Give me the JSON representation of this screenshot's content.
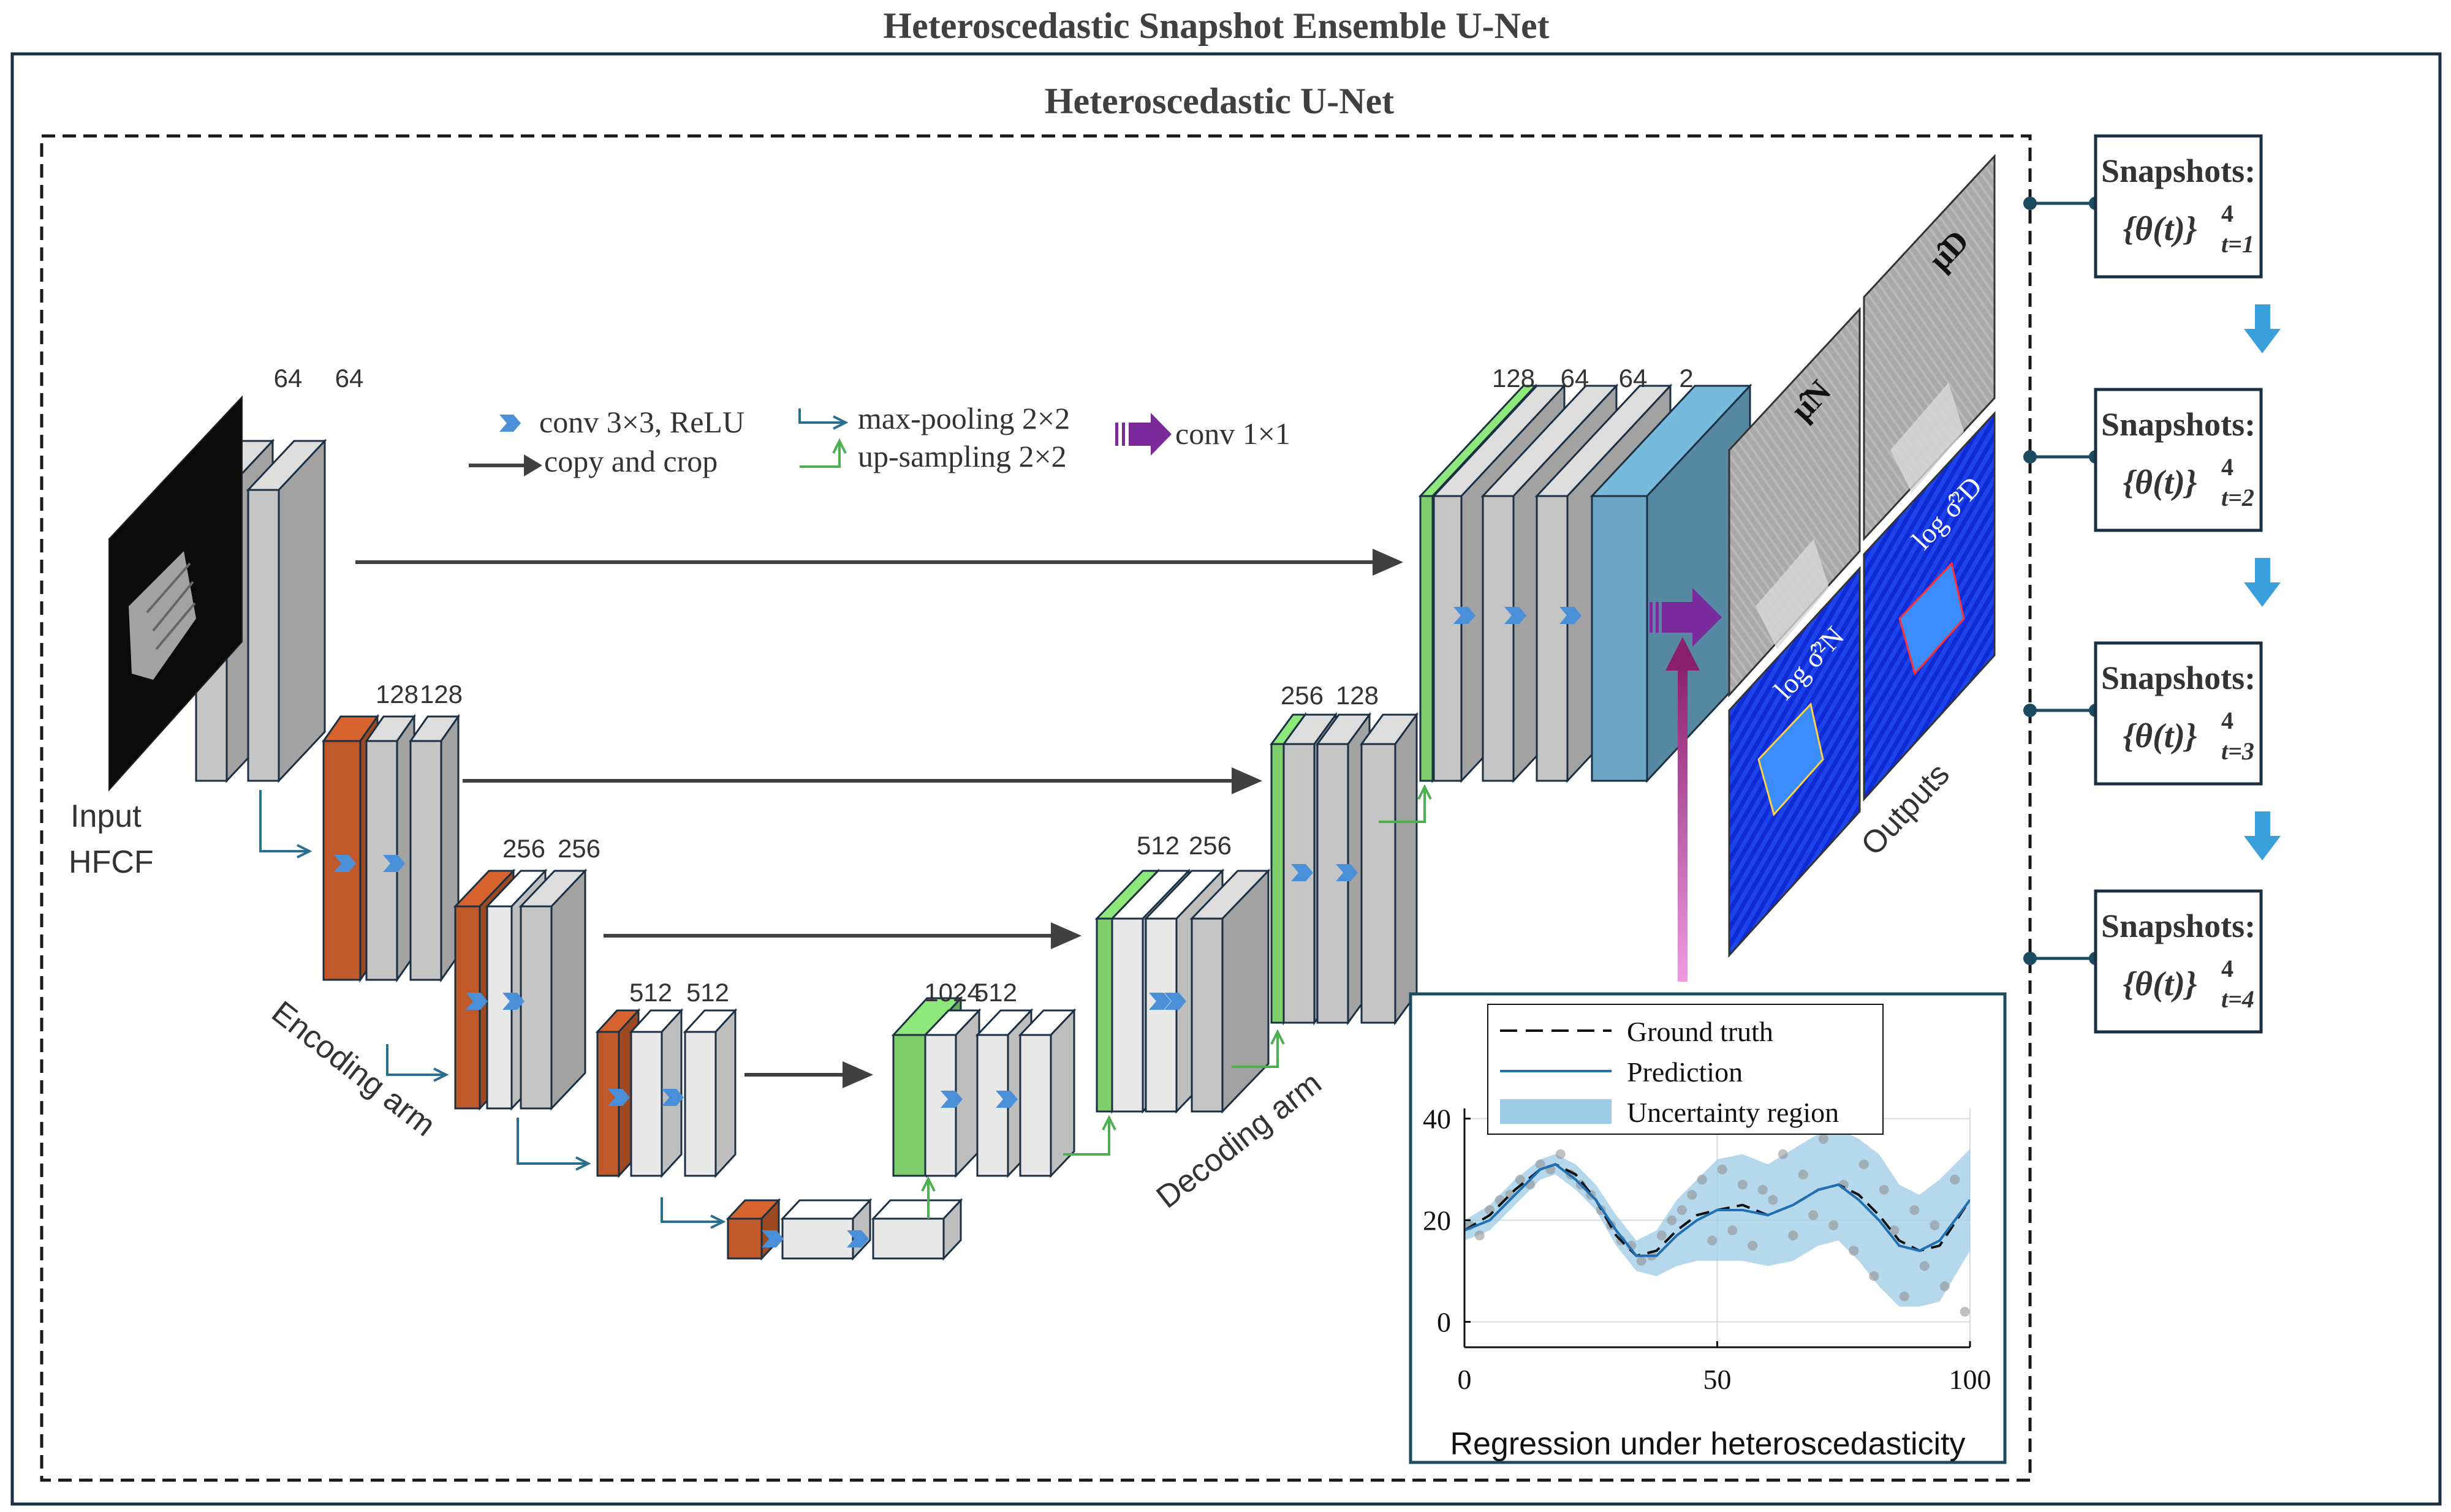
{
  "title": "Heteroscedastic Snapshot Ensemble U-Net",
  "subtitle": "Heteroscedastic U-Net",
  "input_label": [
    "Input",
    "HFCF"
  ],
  "arm_labels": {
    "encoding": "Encoding arm",
    "decoding": "Decoding arm"
  },
  "outputs_label": "Outputs",
  "legend": {
    "conv": "conv 3×3, ReLU",
    "copy": "copy and crop",
    "maxpool": "max-pooling 2×2",
    "upsample": "up-sampling 2×2",
    "conv1x1": "conv 1×1"
  },
  "channel_labels": {
    "enc1": [
      "64",
      "64"
    ],
    "enc2": [
      "128",
      "128"
    ],
    "enc3": [
      "256",
      "256"
    ],
    "enc4": [
      "512",
      "512"
    ],
    "bottleneck": [
      "1024",
      "512"
    ],
    "dec4": [
      "512",
      "256"
    ],
    "dec3": [
      "256",
      "128"
    ],
    "dec2": [
      "128",
      "64",
      "64",
      "2"
    ]
  },
  "output_maps": {
    "mu_n": "μ̂N",
    "mu_d": "μ̂D",
    "log_sig_n": "log σ̂²N",
    "log_sig_d": "log σ̂²D"
  },
  "snapshots": [
    {
      "label": "Snapshots:",
      "formula": "{θ(t)}",
      "sup": "4",
      "sub": "t=1"
    },
    {
      "label": "Snapshots:",
      "formula": "{θ(t)}",
      "sup": "4",
      "sub": "t=2"
    },
    {
      "label": "Snapshots:",
      "formula": "{θ(t)}",
      "sup": "4",
      "sub": "t=3"
    },
    {
      "label": "Snapshots:",
      "formula": "{θ(t)}",
      "sup": "4",
      "sub": "t=4"
    }
  ],
  "colors": {
    "encoder_orange": "#c0592a",
    "decoder_green": "#7fce6e",
    "conv_blue": "#4a90d9",
    "pool_teal": "#2a6f8f",
    "up_green": "#4caf50",
    "conv1x1_purple": "#7a2a9a",
    "out_blue": "#6aa6c4",
    "border": "#1c3044"
  },
  "chart_data": {
    "type": "line",
    "title": "Regression under heteroscedasticity",
    "xlabel": "",
    "ylabel": "",
    "xlim": [
      0,
      100
    ],
    "ylim": [
      -5,
      42
    ],
    "xticks": [
      0,
      50,
      100
    ],
    "yticks": [
      0,
      20,
      40
    ],
    "grid": true,
    "legend_position": "top",
    "series": [
      {
        "name": "Ground truth",
        "style": "dashed-black",
        "x": [
          0,
          5,
          10,
          15,
          18,
          22,
          26,
          30,
          34,
          38,
          42,
          46,
          50,
          55,
          60,
          65,
          70,
          74,
          78,
          82,
          86,
          90,
          94,
          100
        ],
        "y": [
          18,
          21,
          26,
          30,
          31,
          29,
          24,
          17,
          13,
          14,
          18,
          21,
          22,
          23,
          21,
          23,
          26,
          27,
          25,
          21,
          16,
          14,
          15,
          24
        ]
      },
      {
        "name": "Prediction",
        "style": "solid-blue",
        "x": [
          0,
          5,
          10,
          15,
          18,
          22,
          26,
          30,
          34,
          38,
          42,
          46,
          50,
          55,
          60,
          65,
          70,
          74,
          78,
          82,
          86,
          90,
          94,
          100
        ],
        "y": [
          18,
          20,
          25,
          30,
          31,
          28,
          24,
          18,
          13,
          13,
          17,
          20,
          22,
          22,
          21,
          23,
          26,
          27,
          24,
          20,
          15,
          14,
          16,
          24
        ]
      },
      {
        "name": "Uncertainty region",
        "style": "band-lightblue",
        "x": [
          0,
          5,
          10,
          15,
          18,
          22,
          26,
          30,
          34,
          38,
          42,
          46,
          50,
          55,
          60,
          65,
          70,
          74,
          78,
          82,
          86,
          90,
          94,
          100
        ],
        "lower": [
          16,
          18,
          23,
          28,
          29,
          26,
          22,
          15,
          10,
          9,
          11,
          12,
          12,
          12,
          11,
          12,
          15,
          16,
          12,
          7,
          3,
          3,
          4,
          14
        ],
        "upper": [
          20,
          23,
          28,
          32,
          33,
          31,
          27,
          21,
          16,
          18,
          24,
          28,
          32,
          33,
          31,
          34,
          37,
          38,
          36,
          33,
          27,
          25,
          28,
          34
        ]
      },
      {
        "name": "",
        "style": "scatter-grey",
        "x": [
          1,
          3,
          5,
          7,
          9,
          11,
          13,
          15,
          17,
          19,
          21,
          23,
          25,
          27,
          29,
          31,
          33,
          35,
          37,
          39,
          41,
          43,
          45,
          47,
          49,
          51,
          53,
          55,
          57,
          59,
          61,
          63,
          65,
          67,
          69,
          71,
          73,
          75,
          77,
          79,
          81,
          83,
          85,
          87,
          89,
          91,
          93,
          95,
          97,
          99
        ],
        "y": [
          19,
          17,
          22,
          24,
          25,
          28,
          27,
          31,
          30,
          33,
          29,
          27,
          25,
          22,
          19,
          16,
          15,
          12,
          13,
          17,
          20,
          22,
          25,
          28,
          16,
          30,
          18,
          27,
          15,
          26,
          24,
          33,
          17,
          29,
          21,
          36,
          19,
          27,
          14,
          31,
          9,
          26,
          18,
          5,
          22,
          11,
          19,
          7,
          28,
          2
        ]
      }
    ]
  }
}
